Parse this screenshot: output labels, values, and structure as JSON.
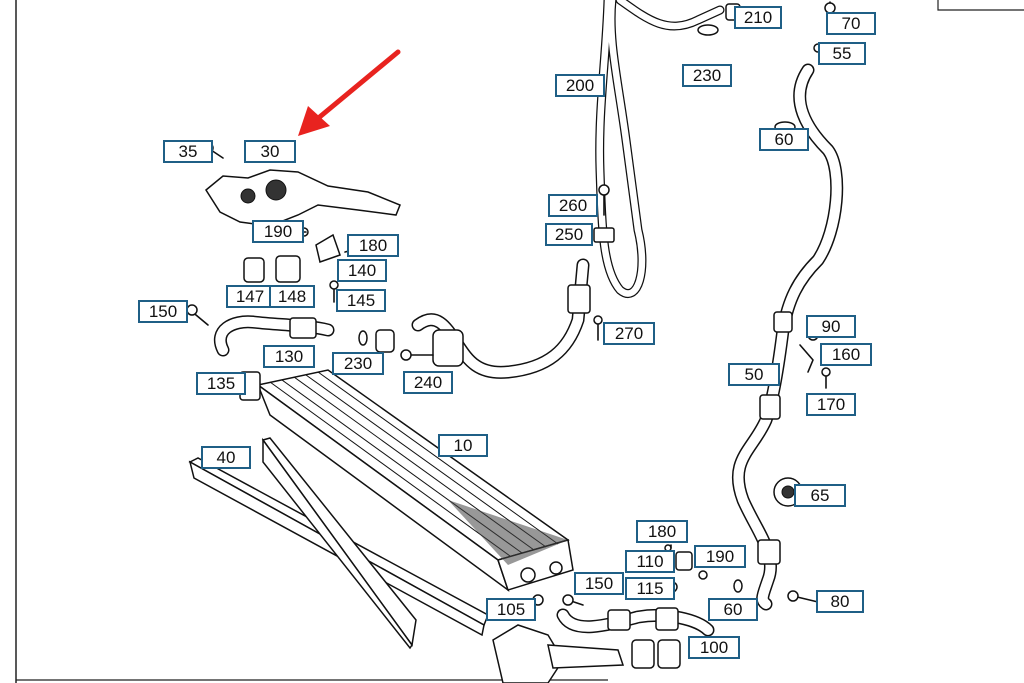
{
  "accent_colors": {
    "callout_border": "#1f5f86",
    "arrow": "#e8231f"
  },
  "labels": {
    "l210": "210",
    "l70": "70",
    "l55": "55",
    "l230a": "230",
    "l200": "200",
    "l60a": "60",
    "l35": "35",
    "l30": "30",
    "l260": "260",
    "l250": "250",
    "l190a": "190",
    "l180a": "180",
    "l140": "140",
    "l147": "147",
    "l148": "148",
    "l145": "145",
    "l150a": "150",
    "l270": "270",
    "l90": "90",
    "l160": "160",
    "l130": "130",
    "l230b": "230",
    "l240": "240",
    "l135": "135",
    "l50": "50",
    "l170": "170",
    "l10": "10",
    "l40": "40",
    "l65": "65",
    "l180b": "180",
    "l110": "110",
    "l190b": "190",
    "l150b": "150",
    "l115": "115",
    "l80": "80",
    "l105": "105",
    "l60b": "60",
    "l100": "100"
  }
}
